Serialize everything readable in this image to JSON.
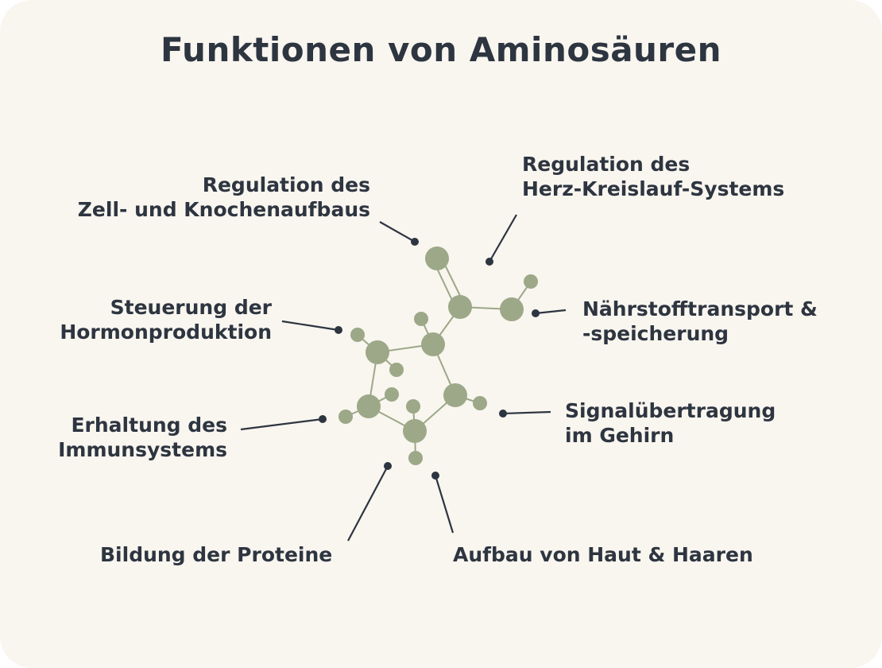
{
  "title": "Funktionen von Aminosäuren",
  "labels": {
    "zellaufbau": [
      "Regulation des",
      "Zell- und Knochenaufbaus"
    ],
    "herz": [
      "Regulation des",
      "Herz-Kreislauf-Systems"
    ],
    "naehrstoff": [
      "Nährstofftransport &",
      "-speicherung"
    ],
    "hormon": [
      "Steuerung der",
      "Hormonproduktion"
    ],
    "immun": [
      "Erhaltung des",
      "Immunsystems"
    ],
    "signal": [
      "Signalübertragung",
      "im Gehirn"
    ],
    "proteine": [
      "Bildung der Proteine"
    ],
    "haut": [
      "Aufbau von Haut & Haaren"
    ]
  },
  "colors": {
    "background": "#f9f5ef",
    "text": "#2d3540",
    "atom": "#9ca887"
  }
}
